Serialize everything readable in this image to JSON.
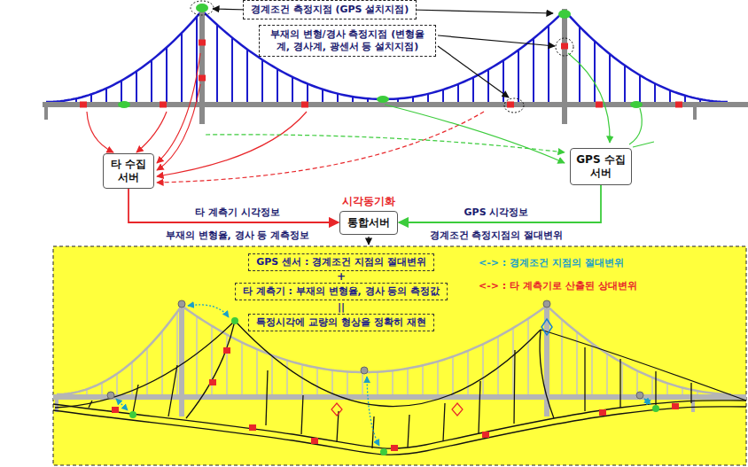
{
  "diagram": {
    "nodes": [
      {
        "text": [
          "경계조건 측정지점 (GPS 설치지점)"
        ]
      },
      {
        "text": [
          "부재의 변형/경사 측정지점 (변형율계, 경사계, 광센서 등 설치지점)"
        ]
      },
      {
        "text": [
          "타 수집 서버"
        ]
      },
      {
        "text": [
          "GPS 수집서버"
        ]
      },
      {
        "text": [
          "통합서버"
        ]
      },
      {
        "text": [
          "GPS 센서 : 경계조건 지점의 절대변위"
        ]
      },
      {
        "text": [
          "타 계측기 : 부재의 변형율, 경사 등의 측정값"
        ]
      },
      {
        "text": [
          "특정시각에 교량의 형상을 정확히 재현"
        ]
      }
    ],
    "edges": [
      {
        "from": 2,
        "to": 4,
        "arrow": "to"
      },
      {
        "from": 3,
        "to": 4,
        "arrow": "to"
      }
    ],
    "labels": [
      "시각동기화",
      "타 계측기 시각정보",
      "부재의 변형율, 경사 등 계측정보",
      "GPS 시각정보",
      "경계조건 측정지점의 절대변위",
      "+",
      "||"
    ],
    "legend": [
      {
        "text": "<-> : 경계조건 지점의 절대변위"
      },
      {
        "text": "<-> : 타 계측기로 산출된 상대변위"
      }
    ]
  }
}
